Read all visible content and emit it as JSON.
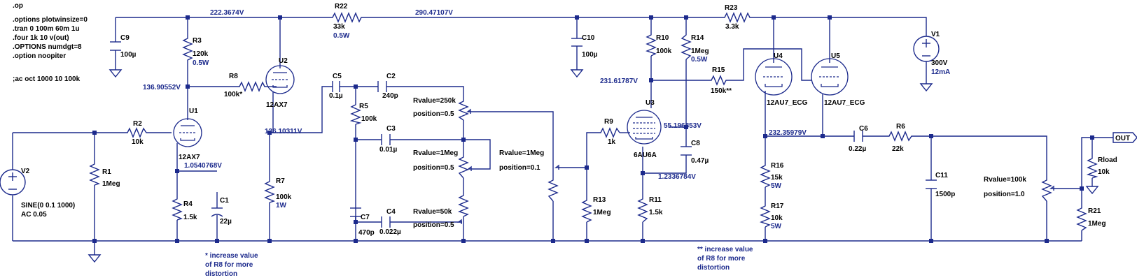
{
  "directives": [
    ".op",
    ".options plotwinsize=0",
    ".tran 0 100m 60m 1u",
    ".four 1k 10 v(out)",
    ".OPTIONS numdgt=8",
    ".option noopiter",
    ";ac oct 1000 10 100k"
  ],
  "voltages": {
    "v_top_left": "222.3674V",
    "v_top_mid": "290.47107V",
    "v_u1_plate": "136.90552V",
    "v_u2_cathode": "136.10311V",
    "v_u1_cathode": "1.0540768V",
    "v_u3_plate": "231.61787V",
    "v_u3_screen": "55.196853V",
    "v_u3_cathode": "1.2336784V",
    "v_u4_cathode": "232.35979V"
  },
  "components": {
    "C9": {
      "name": "C9",
      "value": "100µ"
    },
    "R3": {
      "name": "R3",
      "value": "120k",
      "power": "0.5W"
    },
    "R8": {
      "name": "R8",
      "value": "100k*"
    },
    "U2": {
      "name": "U2",
      "model": "12AX7"
    },
    "R22": {
      "name": "R22",
      "value": "33k",
      "power": "0.5W"
    },
    "C10": {
      "name": "C10",
      "value": "100µ"
    },
    "R10": {
      "name": "R10",
      "value": "100k"
    },
    "R14": {
      "name": "R14",
      "value": "1Meg",
      "power": "0.5W"
    },
    "R23": {
      "name": "R23",
      "value": "3.3k"
    },
    "V1": {
      "name": "V1",
      "value": "300V",
      "current": "12mA"
    },
    "U4": {
      "name": "U4",
      "model": "12AU7_ECG"
    },
    "U5": {
      "name": "U5",
      "model": "12AU7_ECG"
    },
    "R15": {
      "name": "R15",
      "value": "150k**"
    },
    "C5": {
      "name": "C5",
      "value": "0.1µ"
    },
    "C2": {
      "name": "C2",
      "value": "240p"
    },
    "R5": {
      "name": "R5",
      "value": "100k"
    },
    "C3": {
      "name": "C3",
      "value": "0.01µ"
    },
    "C4": {
      "name": "C4",
      "value": "0.022µ"
    },
    "C7": {
      "name": "C7",
      "value": "470p"
    },
    "U1": {
      "name": "U1",
      "model": "12AX7"
    },
    "R2": {
      "name": "R2",
      "value": "10k"
    },
    "R1": {
      "name": "R1",
      "value": "1Meg"
    },
    "V2": {
      "name": "V2",
      "value": "SINE(0 0.1 1000)",
      "ac": "AC 0.05"
    },
    "R4": {
      "name": "R4",
      "value": "1.5k"
    },
    "C1": {
      "name": "C1",
      "value": "22µ"
    },
    "R7": {
      "name": "R7",
      "value": "100k",
      "power": "1W"
    },
    "R9": {
      "name": "R9",
      "value": "1k"
    },
    "U3": {
      "name": "U3",
      "model": "6AU6A"
    },
    "C8": {
      "name": "C8",
      "value": "0.47µ"
    },
    "R11": {
      "name": "R11",
      "value": "1.5k"
    },
    "R13": {
      "name": "R13",
      "value": "1Meg"
    },
    "R16": {
      "name": "R16",
      "value": "15k",
      "power": "5W"
    },
    "R17": {
      "name": "R17",
      "value": "10k",
      "power": "5W"
    },
    "C6": {
      "name": "C6",
      "value": "0.22µ"
    },
    "R6": {
      "name": "R6",
      "value": "22k"
    },
    "C11": {
      "name": "C11",
      "value": "1500p"
    },
    "R21": {
      "name": "R21",
      "value": "1Meg"
    },
    "Rload": {
      "name": "Rload",
      "value": "10k"
    }
  },
  "pots": {
    "treble": {
      "rvalue": "Rvalue=250k",
      "position": "position=0.5"
    },
    "bass": {
      "rvalue": "Rvalue=1Meg",
      "position": "position=0.5"
    },
    "mid": {
      "rvalue": "Rvalue=50k",
      "position": "position=0.5"
    },
    "volume": {
      "rvalue": "Rvalue=1Meg",
      "position": "position=0.1"
    },
    "master": {
      "rvalue": "Rvalue=100k",
      "position": "position=1.0"
    }
  },
  "port_out": "OUT",
  "notes": {
    "note1": [
      "* increase value",
      "of R8 for more",
      "distortion"
    ],
    "note2": [
      "** increase value",
      "of R8 for more",
      "distortion"
    ]
  },
  "colors": {
    "wire": "#1c2a8c",
    "label": "#000000",
    "value": "#1c2a8c"
  }
}
